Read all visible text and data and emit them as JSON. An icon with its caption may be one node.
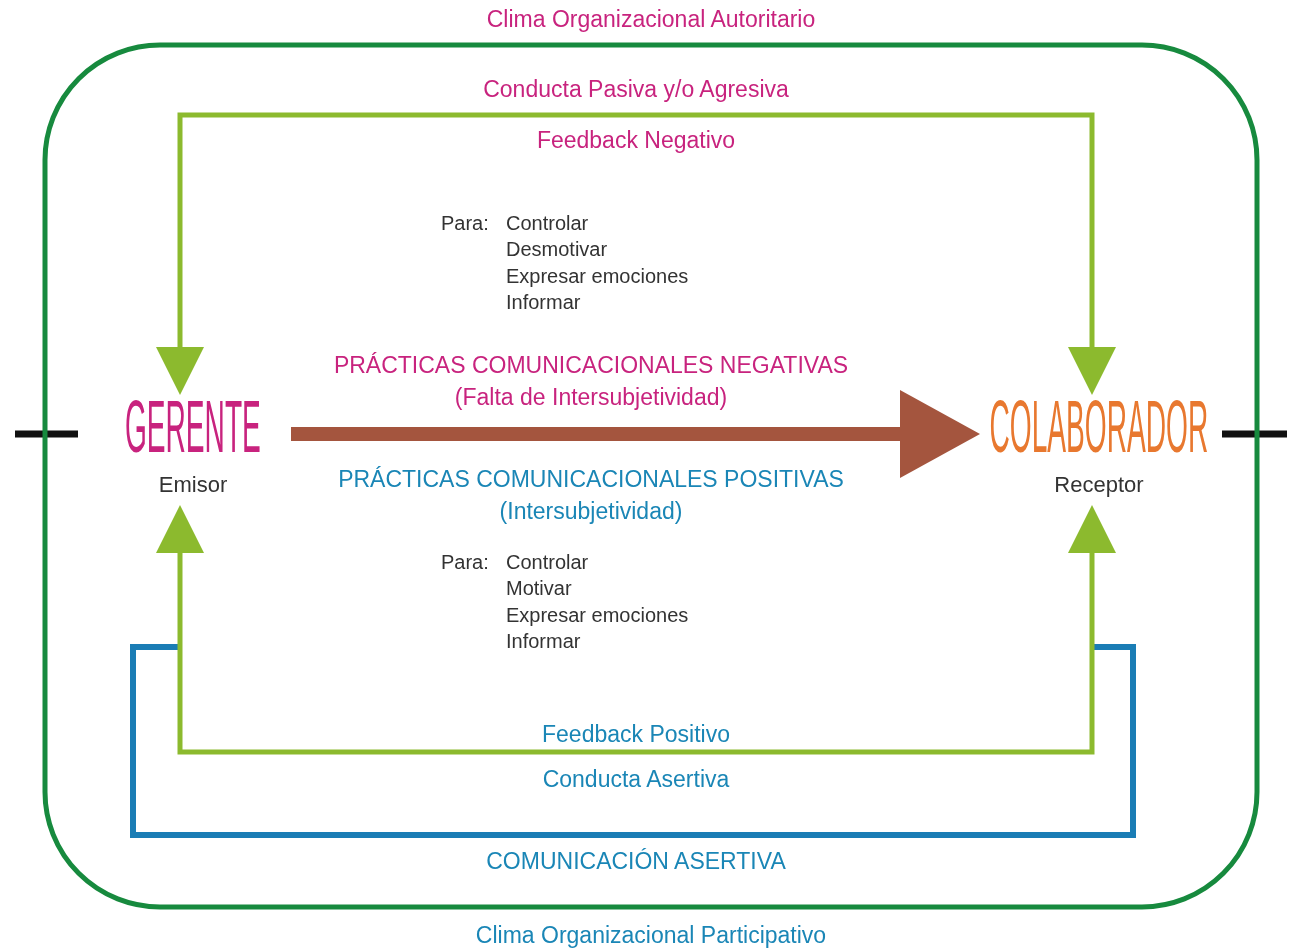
{
  "diagram": {
    "nodes": [
      {
        "text": [
          "Clima Organizacional Autoritario",
          "Clima Organizacional Participativo"
        ]
      },
      {
        "text": [
          "GERENTE",
          "Emisor"
        ],
        "in": 0
      },
      {
        "text": [
          "COLABORADOR",
          "Receptor"
        ],
        "in": 0
      }
    ],
    "edges": [
      {
        "from": 1,
        "to": 2,
        "arrow": "both",
        "label": "Feedback Negativo"
      },
      {
        "from": 1,
        "to": 2,
        "arrow": "to",
        "style": "thick",
        "color": "#a4553e"
      },
      {
        "from": 1,
        "to": 2,
        "arrow": "both",
        "label": "Feedback Positivo"
      }
    ],
    "labels": [
      "Conducta Pasiva y/o Agresiva",
      "Para:",
      "Controlar",
      "Desmotivar",
      "Expresar emociones",
      "Informar",
      "PRÁCTICAS COMUNICACIONALES NEGATIVAS",
      "(Falta de Intersubjetividad)",
      "PRÁCTICAS COMUNICACIONALES POSITIVAS",
      "(Intersubjetividad)",
      "Para:",
      "Controlar",
      "Motivar",
      "Expresar emociones",
      "Informar",
      "Conducta Asertiva",
      "COMUNICACIÓN ASERTIVA"
    ]
  }
}
